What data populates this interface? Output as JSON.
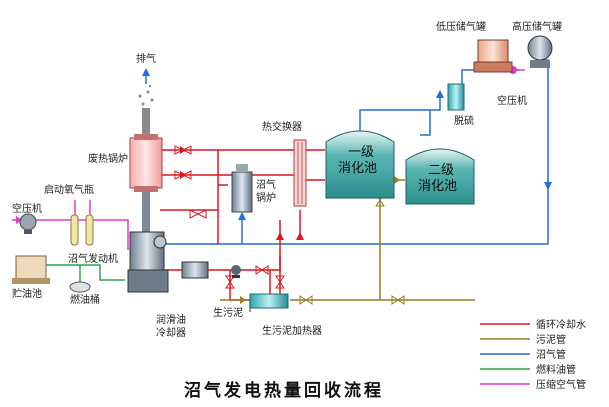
{
  "title": "沼气发电热量回收流程",
  "colors": {
    "circulating_water": "#e0141e",
    "sludge": "#9a7b1f",
    "biogas": "#1f6fd6",
    "fuel_oil": "#2aa64a",
    "compressed_air": "#e23ad0"
  },
  "labels": {
    "exhaust": "排气",
    "waste_heat_boiler": "废热锅炉",
    "heat_exchanger": "热交换器",
    "biogas_boiler_1": "沼气",
    "biogas_boiler_2": "锅炉",
    "air_compressor_left": "空压机",
    "start_oxygen": "启动氧气瓶",
    "gas_engine": "沼气发动机",
    "oil_tank": "贮油池",
    "fuel_barrel": "燃油桶",
    "lube_cooler_1": "润滑油",
    "lube_cooler_2": "冷却器",
    "raw_sludge": "生污泥",
    "sludge_heater": "生污泥加热器",
    "desulfurization": "脱硫",
    "air_compressor_right": "空压机",
    "low_pressure_tank": "低压储气罐",
    "high_pressure_tank": "高压储气罐",
    "digester1_line1": "一级",
    "digester1_line2": "消化池",
    "digester2_line1": "二级",
    "digester2_line2": "消化池"
  },
  "legend": [
    {
      "label": "循环冷却水",
      "color": "#e0141e"
    },
    {
      "label": "污泥管",
      "color": "#9a7b1f"
    },
    {
      "label": "沼气管",
      "color": "#1f6fd6"
    },
    {
      "label": "燃料油管",
      "color": "#2aa64a"
    },
    {
      "label": "压缩空气管",
      "color": "#e23ad0"
    }
  ]
}
